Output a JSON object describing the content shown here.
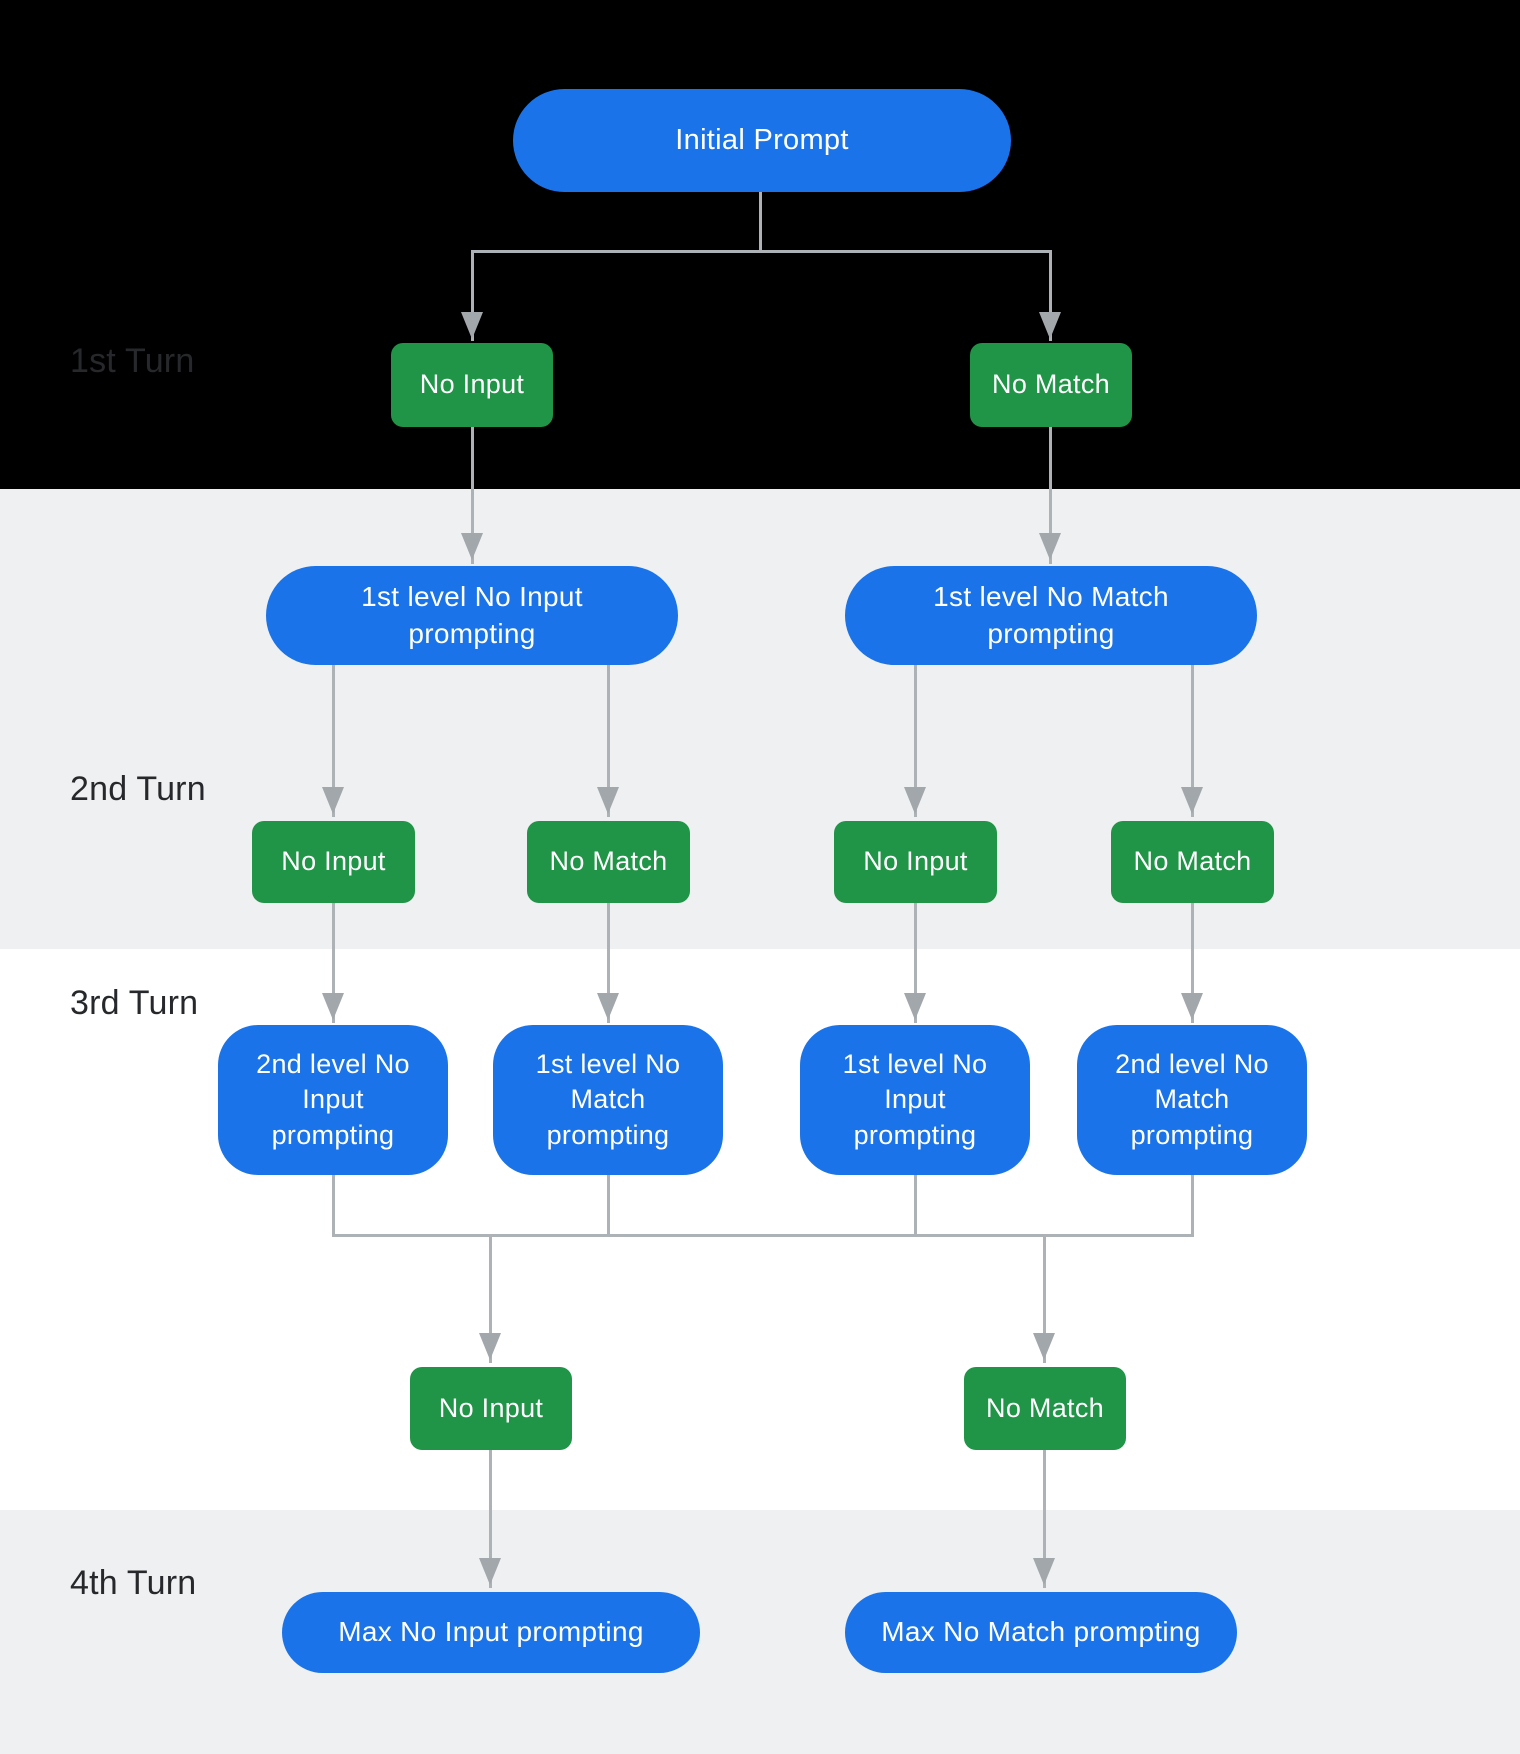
{
  "colors": {
    "node_blue": "#1a73e8",
    "node_green": "#209447",
    "connector_gray": "#adb2b7",
    "band_black": "#000000",
    "band_gray": "#eef0f1",
    "band_white": "#ffffff",
    "turn_label_text": "#26282b",
    "node_text": "#ffffff"
  },
  "turns": {
    "t1": "1st Turn",
    "t2": "2nd Turn",
    "t3": "3rd Turn",
    "t4": "4th Turn"
  },
  "nodes": {
    "initial": "Initial Prompt",
    "t1_no_input": "No Input",
    "t1_no_match": "No Match",
    "l2_no_input": "1st level No Input\nprompting",
    "l2_no_match": "1st level No Match\nprompting",
    "t2_no_input_a": "No Input",
    "t2_no_match_a": "No Match",
    "t2_no_input_b": "No Input",
    "t2_no_match_b": "No Match",
    "l3_1": "2nd level No\nInput\nprompting",
    "l3_2": "1st level No\nMatch\nprompting",
    "l3_3": "1st level No\nInput\nprompting",
    "l3_4": "2nd level No\nMatch\nprompting",
    "t3_no_input": "No Input",
    "t3_no_match": "No Match",
    "max_no_input": "Max No Input prompting",
    "max_no_match": "Max No Match prompting"
  }
}
